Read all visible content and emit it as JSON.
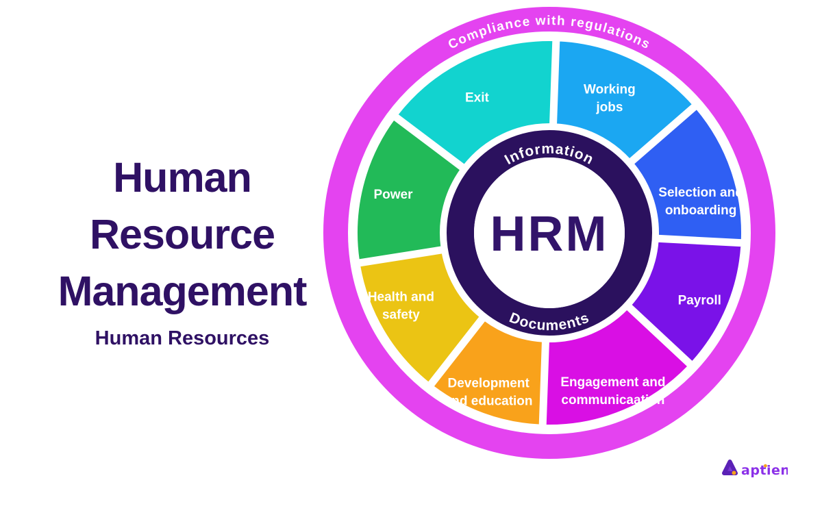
{
  "title": {
    "lines": [
      "Human",
      "Resource",
      "Management"
    ],
    "subtitle": "Human Resources",
    "color": "#2F1164"
  },
  "wheel": {
    "center_label": "HRM",
    "center_label_color": "#32146A",
    "center_disc_color": "#ffffff",
    "outer_ring": {
      "label": "Compliance with regulations",
      "color": "#E443F0",
      "text_color": "#ffffff"
    },
    "inner_ring": {
      "top_label": "Information",
      "bottom_label": "Documents",
      "color": "#2B115E",
      "text_color": "#ffffff"
    },
    "segments": [
      {
        "id": "exit",
        "label_lines": [
          "Exit"
        ],
        "color": "#12D3CF",
        "start": 88,
        "end": 143,
        "label_angle": 118,
        "label_radius": 225
      },
      {
        "id": "power",
        "label_lines": [
          "Power"
        ],
        "color": "#22BA58",
        "start": 143,
        "end": 189,
        "label_angle": 166,
        "label_radius": 235
      },
      {
        "id": "health",
        "label_lines": [
          "Health and",
          "safety"
        ],
        "color": "#EBC414",
        "start": 189,
        "end": 232,
        "label_angle": 206,
        "label_radius": 241
      },
      {
        "id": "development",
        "label_lines": [
          "Development",
          "and education"
        ],
        "color": "#F9A21B",
        "start": 232,
        "end": 268,
        "label_angle": 249,
        "label_radius": 248
      },
      {
        "id": "engagement",
        "label_lines": [
          "Engagement and",
          "communicaation"
        ],
        "color": "#D90FE4",
        "start": 268,
        "end": 317,
        "label_angle": 292,
        "label_radius": 248
      },
      {
        "id": "payroll",
        "label_lines": [
          "Payroll"
        ],
        "color": "#7A12E8",
        "start": 317,
        "end": 357,
        "label_angle": 336,
        "label_radius": 240
      },
      {
        "id": "selection",
        "label_lines": [
          "Selection and",
          "onboarding"
        ],
        "color": "#2F5FF3",
        "start": 357,
        "end": 401,
        "label_angle": 12,
        "label_radius": 226
      },
      {
        "id": "working",
        "label_lines": [
          "Working",
          "jobs"
        ],
        "color": "#1BA7F2",
        "start": 41,
        "end": 88,
        "label_angle": 66,
        "label_radius": 216
      }
    ],
    "segment_text_color": "#ffffff"
  },
  "logo": {
    "text": "aptien",
    "text_color": "#8B30E8",
    "mark_color_dark": "#5B21B6",
    "mark_color_light": "#9A4DF0",
    "dot_color": "#F6A21C"
  }
}
